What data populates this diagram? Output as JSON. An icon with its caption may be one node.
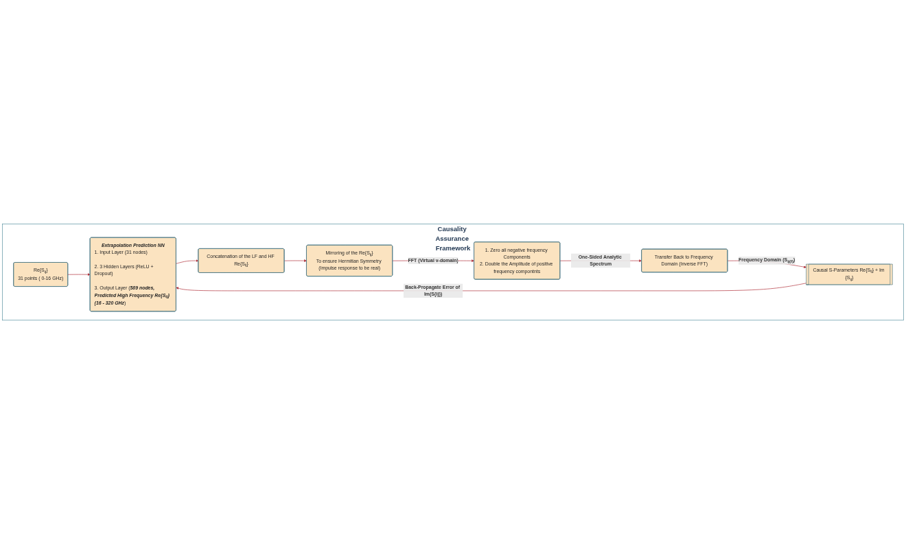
{
  "diagram": {
    "nodes": [
      {
        "text": [
          "Causality Assurance Framework"
        ]
      },
      {
        "text": [
          "Re{S$_{ij}$}",
          "31 points ( 0-16 GHz)"
        ],
        "in": 0
      },
      {
        "text": [
          "Extrapolation Prediction NN",
          "1. Input Layer (31 nodes)",
          "2. 3 Hidden Layers (ReLU + Dropout)",
          "3. Output Layer (**589 nodes, Predicted High Frequency Re{S$_{ij}$} (16 - 320 GHz**)"
        ],
        "in": 0
      },
      {
        "text": [
          "Concatenation of the LF and HF Re{S$_{ij}$}"
        ],
        "in": 0
      },
      {
        "text": [
          "Mirroring of the Re{S$_{ij}$}",
          "To ensure Hermitian Symmetry (Impulse response to be real)"
        ],
        "in": 0
      },
      {
        "text": [
          "1. Zero all negative frequency Components",
          "2. Double the Amplitude of positive frequency compontnts"
        ],
        "in": 0
      },
      {
        "text": [
          "Transfer Back to Frequency Domain (Inverse FFT)"
        ],
        "in": 0
      },
      {
        "text": [
          "Causal S-Parameters Re{S$_{ij}$} + Im {S$_{ij}$}"
        ],
        "in": 0
      }
    ],
    "edges": [
      {
        "from": 1,
        "to": 2,
        "arrow": "to"
      },
      {
        "from": 2,
        "to": 3,
        "arrow": "to"
      },
      {
        "from": 3,
        "to": 4,
        "arrow": "to"
      },
      {
        "from": 4,
        "to": 5,
        "arrow": "to",
        "label": "FFT (Virtual v-domain)"
      },
      {
        "from": 5,
        "to": 6,
        "arrow": "to",
        "label": "One-Sided Analytic Spectrum"
      },
      {
        "from": 6,
        "to": 7,
        "arrow": "to",
        "label": "Frequency Domain (S$_{ij(f)}$)"
      },
      {
        "from": 7,
        "to": 2,
        "arrow": "to",
        "label": "Back-Propagate Error of Im(S{ij})"
      }
    ]
  }
}
